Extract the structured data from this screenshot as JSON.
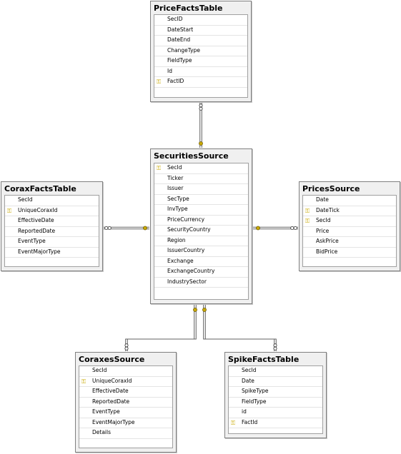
{
  "tables": {
    "pricefacts": {
      "title": "PriceFactsTable",
      "columns": [
        {
          "name": "SecID",
          "pk": false
        },
        {
          "name": "DateStart",
          "pk": false
        },
        {
          "name": "DateEnd",
          "pk": false
        },
        {
          "name": "ChangeType",
          "pk": false
        },
        {
          "name": "FieldType",
          "pk": false
        },
        {
          "name": "Id",
          "pk": false
        },
        {
          "name": "FactID",
          "pk": true
        }
      ]
    },
    "securities": {
      "title": "SecuritiesSource",
      "columns": [
        {
          "name": "SecId",
          "pk": true
        },
        {
          "name": "Ticker",
          "pk": false
        },
        {
          "name": "Issuer",
          "pk": false
        },
        {
          "name": "SecType",
          "pk": false
        },
        {
          "name": "InvType",
          "pk": false
        },
        {
          "name": "PriceCurrency",
          "pk": false
        },
        {
          "name": "SecurityCountry",
          "pk": false
        },
        {
          "name": "Region",
          "pk": false
        },
        {
          "name": "IssuerCountry",
          "pk": false
        },
        {
          "name": "Exchange",
          "pk": false
        },
        {
          "name": "ExchangeCountry",
          "pk": false
        },
        {
          "name": "IndustrySector",
          "pk": false
        }
      ]
    },
    "coraxfacts": {
      "title": "CoraxFactsTable",
      "columns": [
        {
          "name": "SecId",
          "pk": false
        },
        {
          "name": "UniqueCoraxId",
          "pk": true
        },
        {
          "name": "EffectiveDate",
          "pk": false
        },
        {
          "name": "ReportedDate",
          "pk": false
        },
        {
          "name": "EventType",
          "pk": false
        },
        {
          "name": "EventMajorType",
          "pk": false
        }
      ]
    },
    "prices": {
      "title": "PricesSource",
      "columns": [
        {
          "name": "Date",
          "pk": false
        },
        {
          "name": "DateTick",
          "pk": true
        },
        {
          "name": "SecId",
          "pk": true
        },
        {
          "name": "Price",
          "pk": false
        },
        {
          "name": "AskPrice",
          "pk": false
        },
        {
          "name": "BidPrice",
          "pk": false
        }
      ]
    },
    "coraxes": {
      "title": "CoraxesSource",
      "columns": [
        {
          "name": "SecId",
          "pk": false
        },
        {
          "name": "UniqueCoraxId",
          "pk": true
        },
        {
          "name": "EffectiveDate",
          "pk": false
        },
        {
          "name": "ReportedDate",
          "pk": false
        },
        {
          "name": "EventType",
          "pk": false
        },
        {
          "name": "EventMajorType",
          "pk": false
        },
        {
          "name": "Details",
          "pk": false
        }
      ]
    },
    "spikefacts": {
      "title": "SpikeFactsTable",
      "columns": [
        {
          "name": "SecId",
          "pk": false
        },
        {
          "name": "Date",
          "pk": false
        },
        {
          "name": "SpikeType",
          "pk": false
        },
        {
          "name": "FieldType",
          "pk": false
        },
        {
          "name": "id",
          "pk": false
        },
        {
          "name": "FactId",
          "pk": true
        }
      ]
    }
  },
  "colors": {
    "line": "#606060",
    "key": "#c8a800",
    "header_bg": "#f0f0f0"
  },
  "icons": {
    "primary_key": "key-icon",
    "one_end": "key-icon",
    "many_end": "infinity-icon"
  }
}
